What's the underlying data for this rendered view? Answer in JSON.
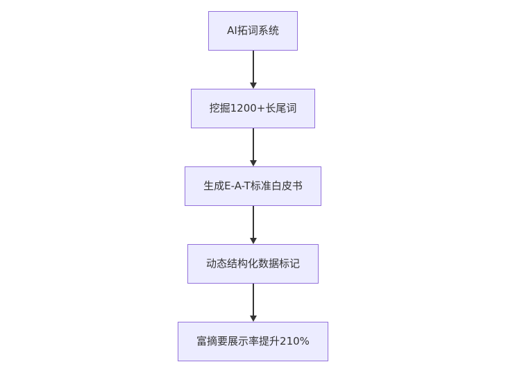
{
  "flowchart": {
    "title": "",
    "direction": "top-down",
    "nodes": [
      {
        "id": "node-1",
        "label": "AI拓词系统"
      },
      {
        "id": "node-2",
        "label": "挖掘1200+长尾词"
      },
      {
        "id": "node-3",
        "label": "生成E-A-T标准白皮书"
      },
      {
        "id": "node-4",
        "label": "动态结构化数据标记"
      },
      {
        "id": "node-5",
        "label": "富摘要展示率提升210%"
      }
    ],
    "edges": [
      {
        "from": "node-1",
        "to": "node-2",
        "style": "arrow-down"
      },
      {
        "from": "node-2",
        "to": "node-3",
        "style": "arrow-down"
      },
      {
        "from": "node-3",
        "to": "node-4",
        "style": "arrow-down"
      },
      {
        "from": "node-4",
        "to": "node-5",
        "style": "arrow-down"
      }
    ],
    "colors": {
      "node_fill": "#ECECFF",
      "node_border": "#9370DB",
      "node_text": "#333333",
      "arrow": "#333333",
      "background": "#FFFFFF"
    }
  }
}
